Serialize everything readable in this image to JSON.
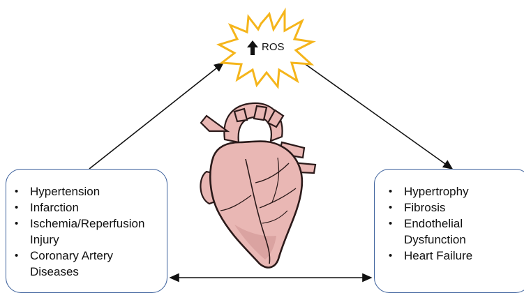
{
  "ros": {
    "label": "ROS",
    "arrow_icon": "up-arrow-icon",
    "burst_color": "#f5b51b"
  },
  "left_box": {
    "items": [
      {
        "lines": [
          "Hypertension"
        ]
      },
      {
        "lines": [
          "Infarction"
        ]
      },
      {
        "lines": [
          "Ischemia/Reperfusion",
          "Injury"
        ]
      },
      {
        "lines": [
          "Coronary Artery",
          "Diseases"
        ]
      }
    ]
  },
  "right_box": {
    "items": [
      {
        "lines": [
          "Hypertrophy"
        ]
      },
      {
        "lines": [
          "Fibrosis"
        ]
      },
      {
        "lines": [
          "Endothelial",
          "Dysfunction"
        ]
      },
      {
        "lines": [
          "Heart Failure"
        ]
      }
    ]
  },
  "colors": {
    "box_border": "#3a5f9b",
    "heart_fill": "#e9b7b4",
    "heart_outline": "#2b1a1a"
  }
}
